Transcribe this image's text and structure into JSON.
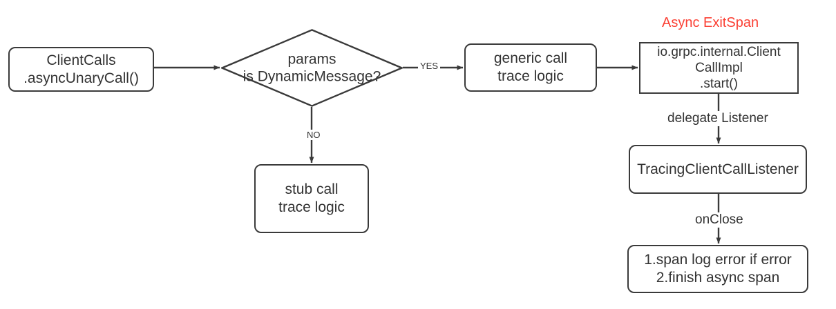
{
  "diagram": {
    "title_annotation": "Async ExitSpan",
    "accent_color": "#fb4034",
    "line_color": "#3a3a3a",
    "text_color": "#333333",
    "background": "#ffffff"
  },
  "nodes": {
    "client_calls": {
      "label": "ClientCalls\n.asyncUnaryCall()",
      "shape": "rounded-rectangle"
    },
    "decision": {
      "label": "params\nis DynamicMessage?",
      "shape": "diamond"
    },
    "generic_call": {
      "label": "generic call\ntrace logic",
      "shape": "rounded-rectangle"
    },
    "grpc_start": {
      "label": "io.grpc.internal.Client\nCallImpl\n.start()",
      "shape": "rectangle"
    },
    "stub_call": {
      "label": "stub call\ntrace logic",
      "shape": "rounded-rectangle"
    },
    "tracing_listener": {
      "label": "TracingClientCallListener",
      "shape": "rounded-rectangle"
    },
    "finish_span": {
      "label": "1.span log error if error\n2.finish async span",
      "shape": "rounded-rectangle"
    }
  },
  "edges": {
    "yes": "YES",
    "no": "NO",
    "delegate_listener": "delegate Listener",
    "onclose": "onClose"
  }
}
